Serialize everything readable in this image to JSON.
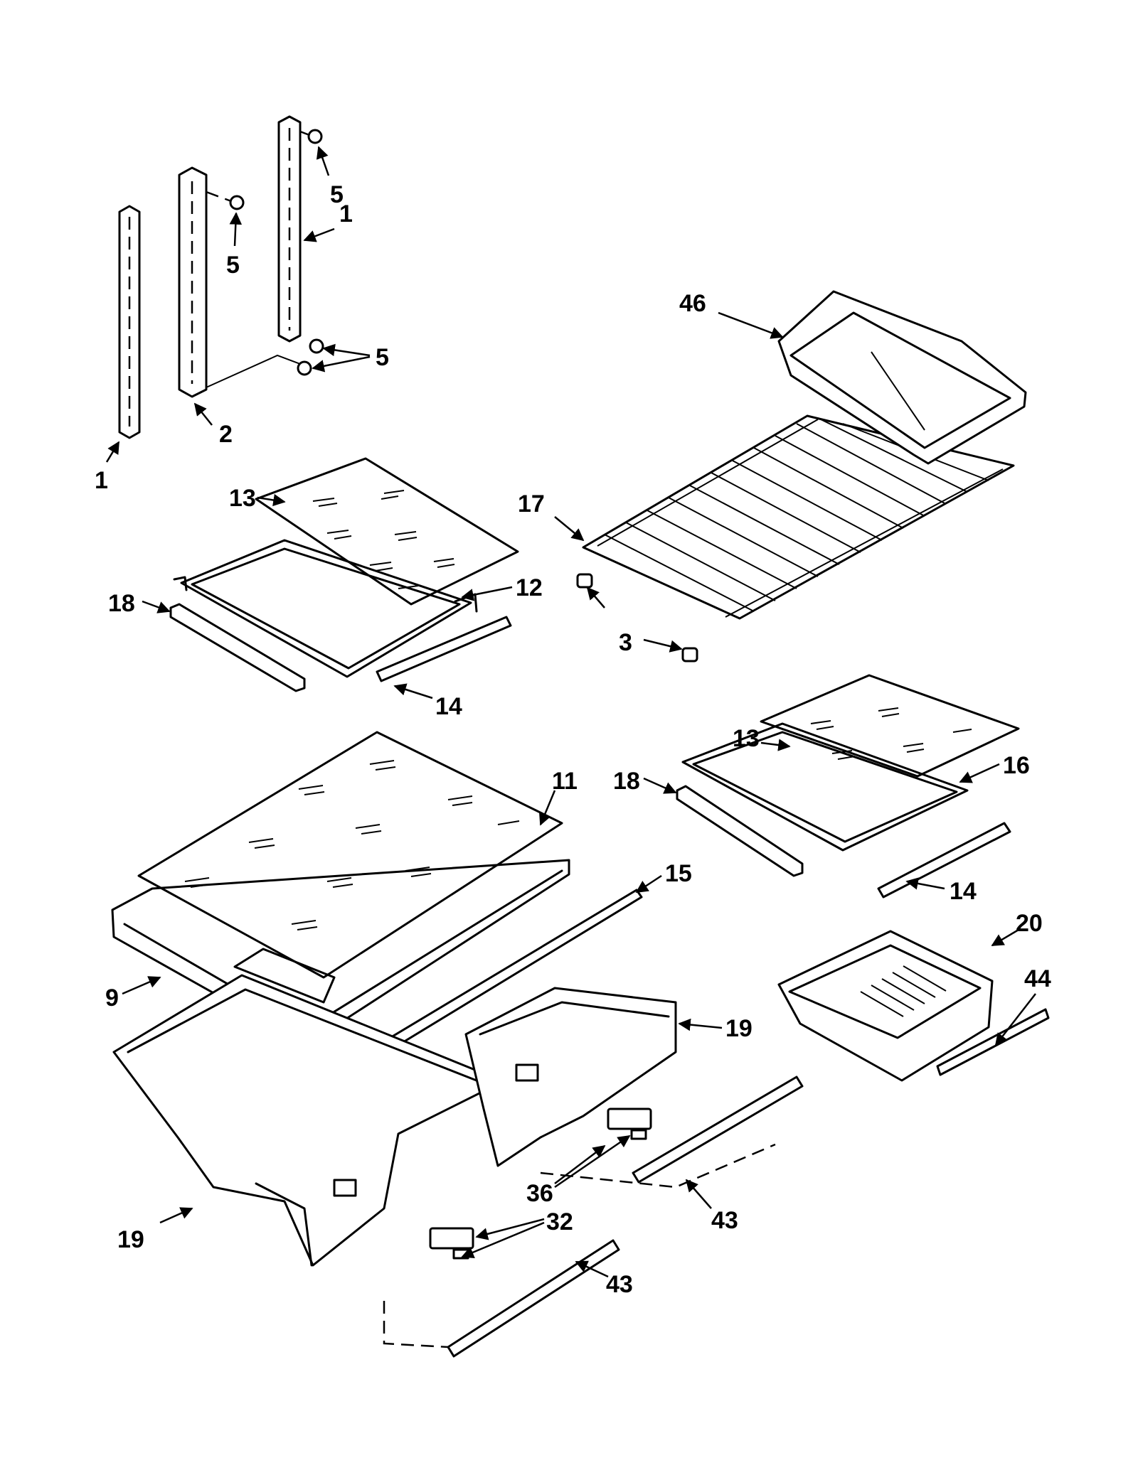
{
  "callouts": {
    "c1a": "1",
    "c1b": "1",
    "c2": "2",
    "c3": "3",
    "c5a": "5",
    "c5b": "5",
    "c5c": "5",
    "c9": "9",
    "c11": "11",
    "c12": "12",
    "c13a": "13",
    "c13b": "13",
    "c14a": "14",
    "c14b": "14",
    "c15": "15",
    "c16": "16",
    "c17": "17",
    "c18a": "18",
    "c18b": "18",
    "c19a": "19",
    "c19b": "19",
    "c20": "20",
    "c32": "32",
    "c36": "36",
    "c43a": "43",
    "c43b": "43",
    "c44": "44",
    "c46": "46"
  }
}
